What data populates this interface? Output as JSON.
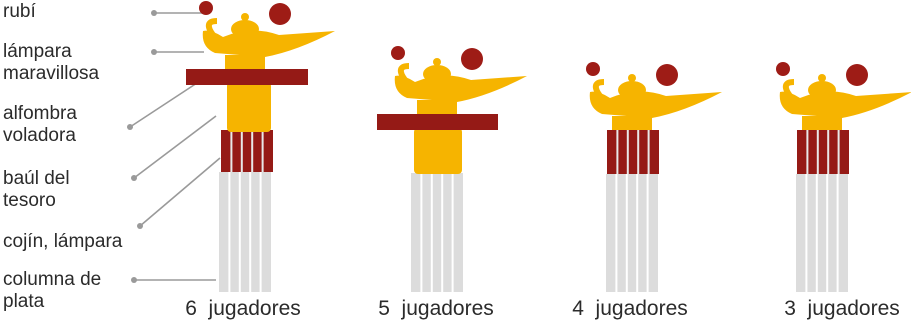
{
  "legend": [
    {
      "id": "ruby",
      "label": "rubí"
    },
    {
      "id": "lamp",
      "label": "lámpara\nmaravillosa"
    },
    {
      "id": "carpet",
      "label": "alfombra\nvoladora"
    },
    {
      "id": "chest",
      "label": "baúl del\ntesoro"
    },
    {
      "id": "cushion",
      "label": "cojín, lámpara"
    },
    {
      "id": "column",
      "label": "columna de\nplata"
    }
  ],
  "stacks": [
    {
      "caption": "6  jugadores",
      "parts": [
        "column",
        "chest",
        "cushion",
        "carpet",
        "lamp",
        "ruby"
      ]
    },
    {
      "caption": "5  jugadores",
      "parts": [
        "column",
        "cushion",
        "carpet",
        "lamp",
        "ruby"
      ]
    },
    {
      "caption": "4  jugadores",
      "parts": [
        "column",
        "chest",
        "lamp",
        "ruby"
      ]
    },
    {
      "caption": "3  jugadores",
      "parts": [
        "column",
        "chest",
        "lamp",
        "ruby"
      ]
    }
  ],
  "colors": {
    "gold": "#f6b400",
    "ruby": "#9e1c16",
    "carpet": "#951a16",
    "chest": "#951a16",
    "chest_stripe": "#e8e8e8",
    "silver": "#dcdcdc",
    "silver_stripe": "#ffffff",
    "leader": "#9a9a9a",
    "text": "#2b2b2b"
  }
}
